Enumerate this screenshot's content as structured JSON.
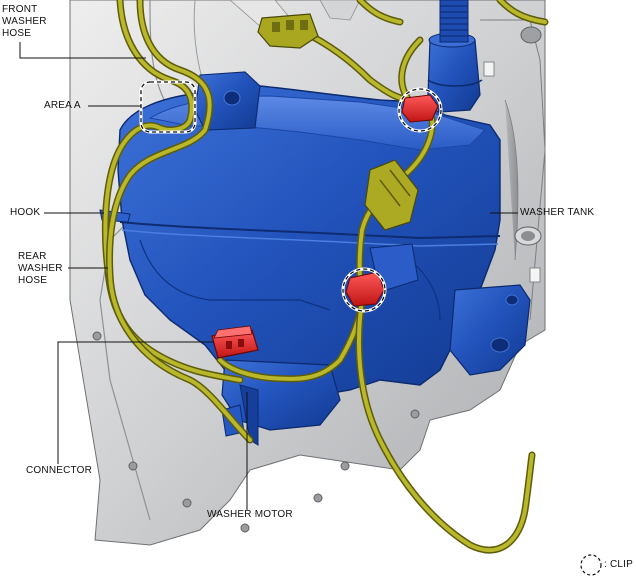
{
  "labels": {
    "front_washer_hose": "FRONT\nWASHER\nHOSE",
    "area_a": "AREA A",
    "hook": "HOOK",
    "rear_washer_hose": "REAR\nWASHER\nHOSE",
    "connector": "CONNECTOR",
    "washer_motor": "WASHER MOTOR",
    "washer_tank": "WASHER TANK"
  },
  "legend": {
    "clip_text": ": CLIP"
  },
  "colors": {
    "tank_blue": "#1f4fb5",
    "hose_olive": "#9c9a1c",
    "clip_red": "#e02424",
    "body_panel_gray": "#c9cacc"
  }
}
